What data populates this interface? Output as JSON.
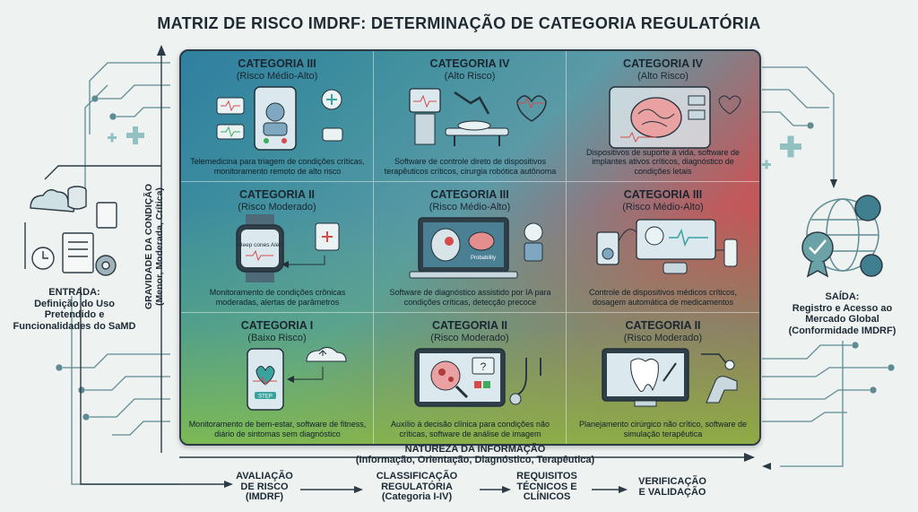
{
  "title": "MATRIZ DE RISCO IMDRF: DETERMINAÇÃO DE CATEGORIA REGULATÓRIA",
  "y_axis_label": "GRAVIDADE DA CONDIÇÃO",
  "y_axis_sub": "(Menor, Moderada, Crítica)",
  "x_axis_label": "NATUREZA DA INFORMAÇÃO",
  "x_axis_sub": "(Informação, Orientação, Diagnóstico, Terapêutica)",
  "entrada": {
    "label": "ENTRADA:",
    "text": "Definição do Uso Pretendido e Funcionalidades do SaMD"
  },
  "saida": {
    "label": "SAÍDA:",
    "text": "Registro e Acesso ao Mercado Global (Conformidade IMDRF)"
  },
  "cells": [
    {
      "cat": "CATEGORIA III",
      "risk": "(Risco Médio-Alto)",
      "desc": "Telemedicina para triagem de condições críticas, monitoramento remoto de alto risco"
    },
    {
      "cat": "CATEGORIA IV",
      "risk": "(Alto Risco)",
      "desc": "Software de controle direto de dispositivos terapêuticos críticos, cirurgia robótica autônoma"
    },
    {
      "cat": "CATEGORIA IV",
      "risk": "(Alto Risco)",
      "desc": "Dispositivos de suporte à vida, software de implantes ativos críticos, diagnóstico de condições letais"
    },
    {
      "cat": "CATEGORIA II",
      "risk": "(Risco Moderado)",
      "desc": "Monitoramento de condições crônicas moderadas, alertas de parâmetros"
    },
    {
      "cat": "CATEGORIA III",
      "risk": "(Risco Médio-Alto)",
      "desc": "Software de diagnóstico assistido por IA para condições críticas, detecção precoce"
    },
    {
      "cat": "CATEGORIA III",
      "risk": "(Risco Médio-Alto)",
      "desc": "Controle de dispositivos médicos críticos, dosagem automática de medicamentos"
    },
    {
      "cat": "CATEGORIA I",
      "risk": "(Baixo Risco)",
      "desc": "Monitoramento de bem-estar, software de fitness, diário de sintomas sem diagnóstico"
    },
    {
      "cat": "CATEGORIA II",
      "risk": "(Risco Moderado)",
      "desc": "Auxílio à decisão clínica para condições não críticas, software de análise de imagem"
    },
    {
      "cat": "CATEGORIA II",
      "risk": "(Risco Moderado)",
      "desc": "Planejamento cirúrgico não crítico, software de simulação terapêutica"
    }
  ],
  "icon_texts": {
    "watch": "Sleep cones Alert",
    "step": "STEP",
    "prob": "Probability"
  },
  "steps": [
    {
      "l1": "AVALIAÇÃO",
      "l2": "DE RISCO",
      "l3": "(IMDRF)"
    },
    {
      "l1": "CLASSIFICAÇÃO",
      "l2": "REGULATÓRIA",
      "l3": "(Categoria I-IV)"
    },
    {
      "l1": "REQUISITOS",
      "l2": "TÉCNICOS E",
      "l3": "CLÍNICOS"
    },
    {
      "l1": "VERIFICAÇÃO",
      "l2": "E VALIDAÇÃO",
      "l3": ""
    }
  ]
}
